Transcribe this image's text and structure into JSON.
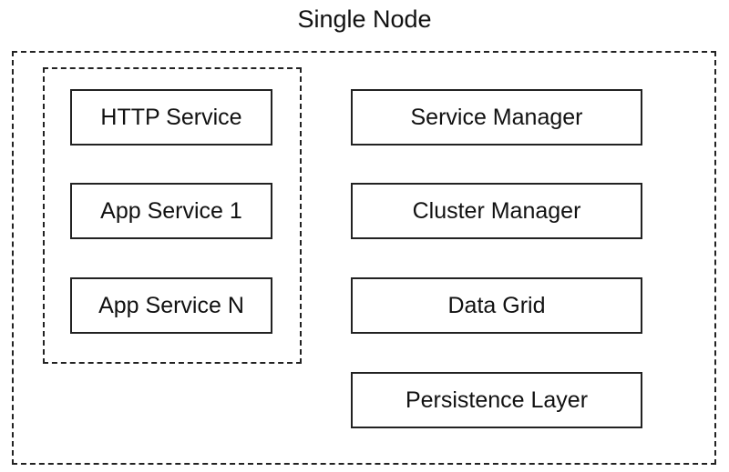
{
  "title": "Single Node",
  "service_group": {
    "items": [
      "HTTP Service",
      "App Service 1",
      "App Service N"
    ]
  },
  "node_components": {
    "items": [
      "Service Manager",
      "Cluster Manager",
      "Data Grid",
      "Persistence Layer"
    ]
  },
  "colors": {
    "line": "#222222",
    "background": "#ffffff"
  }
}
